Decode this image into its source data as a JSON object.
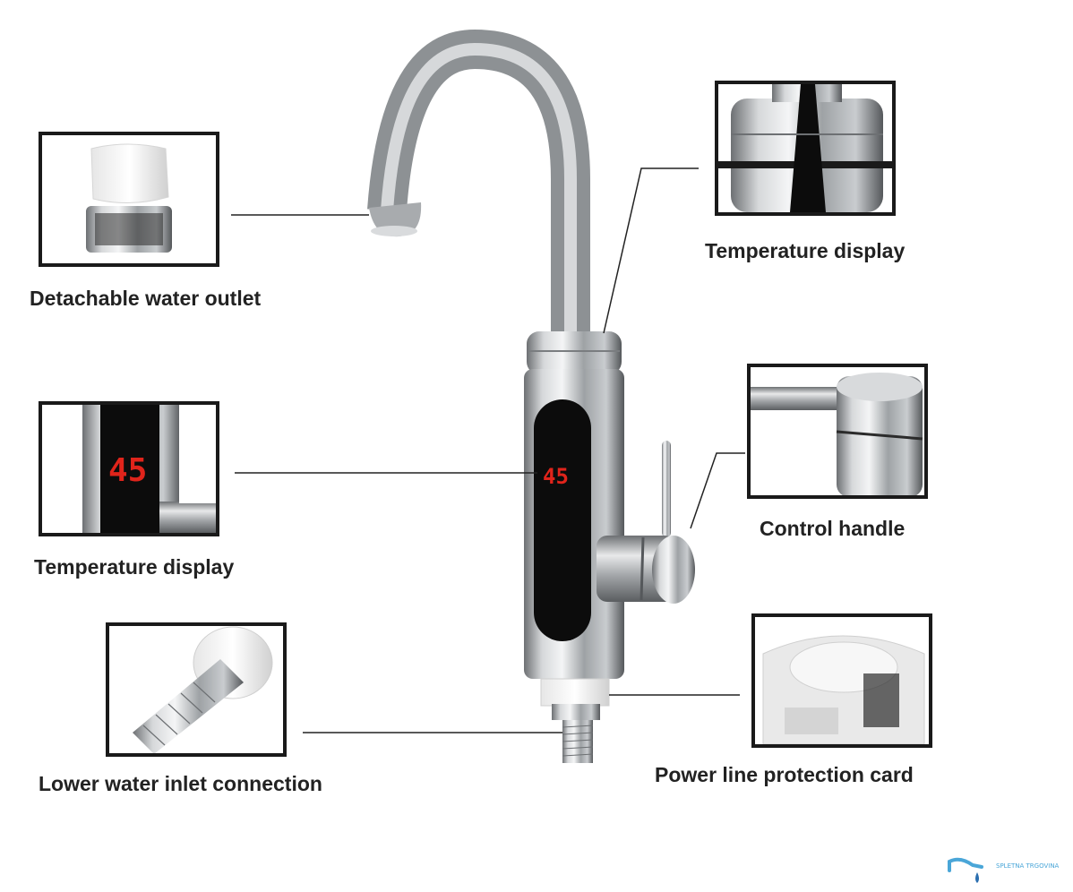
{
  "callouts": {
    "outlet": {
      "label": "Detachable water outlet"
    },
    "top_display": {
      "label": "Temperature display"
    },
    "left_display": {
      "label": "Temperature display",
      "reading": "45"
    },
    "handle": {
      "label": "Control handle"
    },
    "inlet": {
      "label": "Lower water inlet connection"
    },
    "protection": {
      "label": "Power line protection card"
    }
  },
  "faucet": {
    "display_reading": "45"
  },
  "watermark": {
    "text": "SPLETNA TRGOVINA"
  },
  "colors": {
    "led": "#e0241b",
    "frame": "#1a1a1a",
    "steel": "#b9bcbf",
    "watermark": "#4aa6d8"
  }
}
